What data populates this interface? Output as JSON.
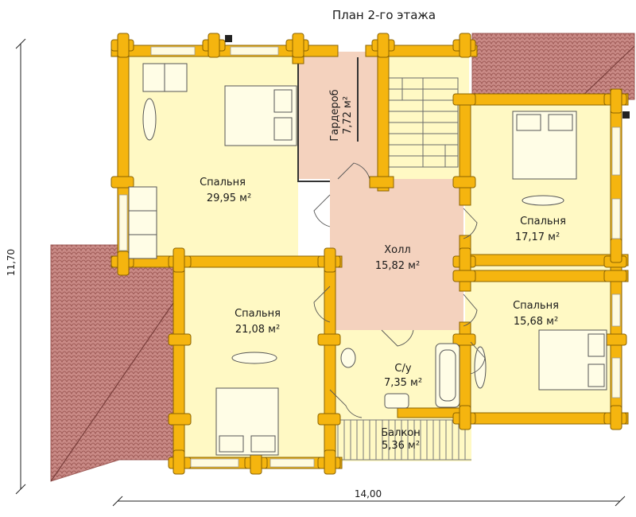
{
  "title": "План 2-го этажа",
  "dimensions": {
    "width": "14,00",
    "height": "11,70"
  },
  "rooms": {
    "bedroom_main": {
      "name": "Спальня",
      "area": "29,95 м²"
    },
    "wardrobe": {
      "name": "Гардероб",
      "area": "7,72 м²"
    },
    "bedroom_ne": {
      "name": "Спальня",
      "area": "17,17 м²"
    },
    "hall": {
      "name": "Холл",
      "area": "15,82 м²"
    },
    "bedroom_sw": {
      "name": "Спальня",
      "area": "21,08 м²"
    },
    "bedroom_se": {
      "name": "Спальня",
      "area": "15,68 м²"
    },
    "bathroom": {
      "name": "С/у",
      "area": "7,35 м²"
    },
    "balcony": {
      "name": "Балкон",
      "area": "5,36 м²"
    }
  },
  "colors": {
    "wall": "#F5B50F",
    "wall_edge": "#8A6200",
    "room_fill": "#FFF9C4",
    "hall_fill": "#F4D2BE",
    "wardrobe_fill": "#F4D2BE",
    "roof_fill": "#C98A86",
    "roof_line": "#9E5A56",
    "dim_line": "#222222"
  }
}
